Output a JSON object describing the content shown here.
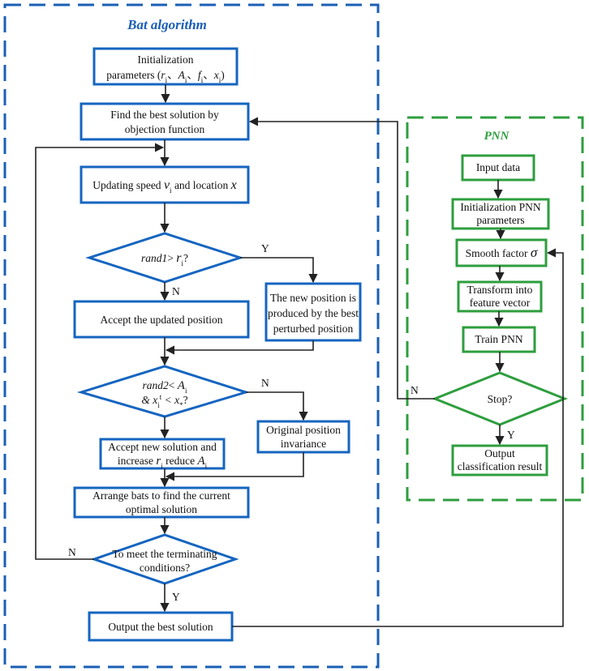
{
  "bat": {
    "title": "Bat algorithm",
    "init_l1": "Initialization",
    "init_l2_prefix": "parameters (",
    "init_params": [
      "r",
      "i",
      "A",
      "i",
      "f",
      "i",
      "x",
      "i"
    ],
    "init_sep": "、",
    "best_l1": "Find the best solution by",
    "best_l2": "objection function",
    "update_prefix": "Updating speed ",
    "update_v": "v",
    "update_sub": "i",
    "update_mid": " and location ",
    "update_x": "x",
    "dec1_rand": "rand1",
    "dec1_gt": "> ",
    "dec1_r": "r",
    "dec1_sub": "i",
    "dec1_q": "?",
    "dec1_yes": "Y",
    "dec1_no": "N",
    "accept_updated": "Accept the updated position",
    "newpos_l1": "The new position is",
    "newpos_l2": "produced by the best",
    "newpos_l3": "perturbed position",
    "dec2_l1_rand": "rand2",
    "dec2_l1_lt": "< ",
    "dec2_l1_A": "A",
    "dec2_l1_sub": "i",
    "dec2_l2": "& x",
    "dec2_l2_sub": "i",
    "dec2_l2_sup": "t",
    "dec2_l2_rest": " < x",
    "dec2_l2_sub2": "*",
    "dec2_l2_q": "?",
    "dec2_no": "N",
    "orig_l1": "Original position",
    "orig_l2": "invariance",
    "accept_new_l1": "Accept new solution and",
    "accept_new_l2a": "increase ",
    "accept_new_r": "r",
    "accept_new_rsub": "i",
    "accept_new_l2b": " reduce ",
    "accept_new_A": "A",
    "accept_new_Asub": "i",
    "arrange_l1": "Arrange bats to find the current",
    "arrange_l2": "optimal solution",
    "term_l1": "To meet the terminating",
    "term_l2": "conditions?",
    "term_no": "N",
    "term_yes": "Y",
    "output_best": "Output the best solution"
  },
  "pnn": {
    "title": "PNN",
    "input": "Input data",
    "init_l1": "Initialization PNN",
    "init_l2": "parameters",
    "smooth": "Smooth factor ",
    "smooth_sym": "σ",
    "transform_l1": "Transform into",
    "transform_l2": "feature vector",
    "train": "Train PNN",
    "stop": "Stop?",
    "stop_no": "N",
    "stop_yes": "Y",
    "output_l1": "Output",
    "output_l2": "classification result"
  },
  "colors": {
    "bat_region": "#1a5fb4",
    "bat_box": "#1565c0",
    "pnn": "#2e9e3e",
    "arrow": "#222222"
  }
}
